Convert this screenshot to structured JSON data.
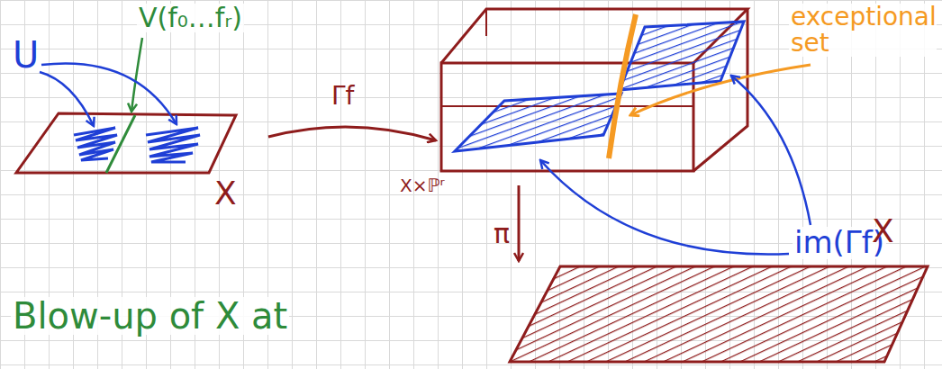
{
  "diagram": {
    "labels": [
      "U",
      "V(f₀…fᵣ)",
      "X",
      "Γf",
      "X×ℙʳ",
      "exceptional set",
      "im(Γf)",
      "π",
      "X",
      "Blow-up of X at"
    ]
  }
}
